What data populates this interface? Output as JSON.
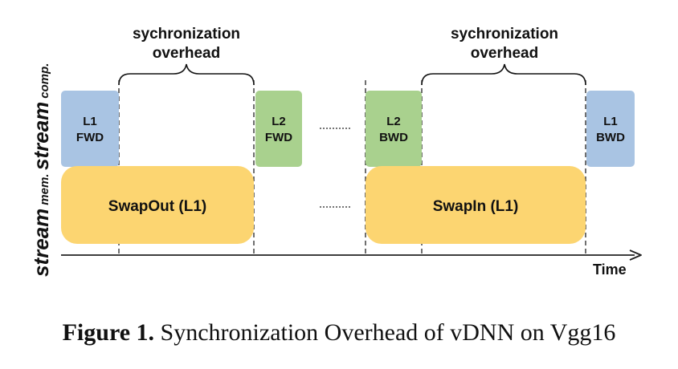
{
  "diagram": {
    "overhead_labels": [
      {
        "line1": "sychronization",
        "line2": "overhead"
      },
      {
        "line1": "sychronization",
        "line2": "overhead"
      }
    ],
    "rows": {
      "comp": {
        "main": "stream",
        "sub": "comp."
      },
      "mem": {
        "main": "stream",
        "sub": "mem."
      }
    },
    "blocks": {
      "l1_fwd": {
        "line1": "L1",
        "line2": "FWD",
        "color": "#a9c4e3"
      },
      "l2_fwd": {
        "line1": "L2",
        "line2": "FWD",
        "color": "#a9d18e"
      },
      "l2_bwd": {
        "line1": "L2",
        "line2": "BWD",
        "color": "#a9d18e"
      },
      "l1_bwd": {
        "line1": "L1",
        "line2": "BWD",
        "color": "#a9c4e3"
      },
      "swapout": {
        "label": "SwapOut (L1)",
        "color": "#fcd571"
      },
      "swapin": {
        "label": "SwapIn (L1)",
        "color": "#fcd571"
      }
    },
    "axis_label": "Time"
  },
  "caption": {
    "bold": "Figure 1.",
    "text": " Synchronization Overhead of vDNN on Vgg16"
  }
}
